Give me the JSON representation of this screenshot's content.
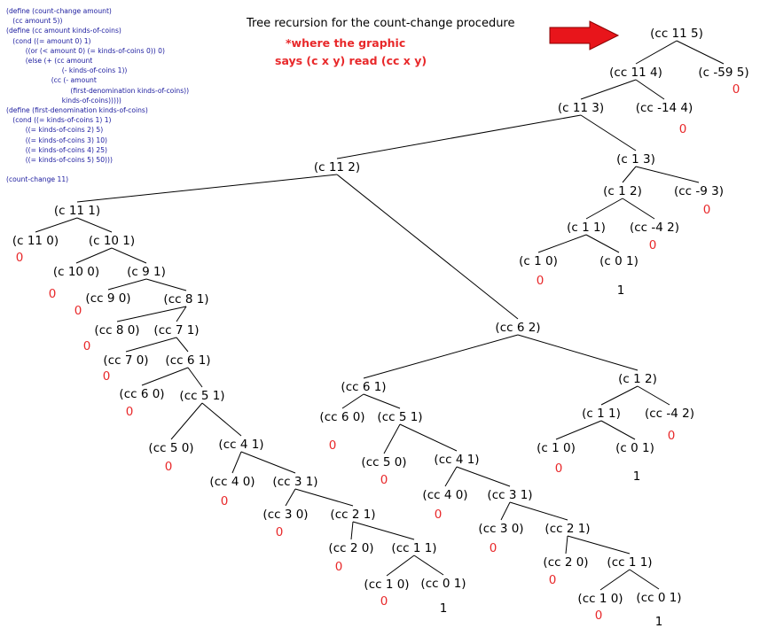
{
  "code_lines": [
    "(define (count-change amount)",
    "   (cc amount 5))",
    "(define (cc amount kinds-of-coins)",
    "   (cond ((= amount 0) 1)",
    "         ((or (< amount 0) (= kinds-of-coins 0)) 0)",
    "         (else (+ (cc amount",
    "                          (- kinds-of-coins 1))",
    "                     (cc (- amount",
    "                              (first-denomination kinds-of-coins))",
    "                          kinds-of-coins)))))",
    "(define (first-denomination kinds-of-coins)",
    "   (cond ((= kinds-of-coins 1) 1)",
    "         ((= kinds-of-coins 2) 5)",
    "         ((= kinds-of-coins 3) 10)",
    "         ((= kinds-of-coins 4) 25)",
    "         ((= kinds-of-coins 5) 50)))",
    "",
    "(count-change 11)"
  ],
  "title": "Tree recursion for the count-change procedure",
  "note_line1": "*where the graphic",
  "note_line2": "says (c x y) read (cc x y)",
  "colors": {
    "code": "#1a1a9e",
    "note": "#e8282a",
    "arrow_fill": "#e8151b",
    "arrow_stroke": "#8a0000",
    "result_zero": "#e8282a",
    "result_one": "#000000"
  },
  "nodes": [
    {
      "id": "n0",
      "label": "(cc 11 5)"
    },
    {
      "id": "n1",
      "label": "(cc 11 4)"
    },
    {
      "id": "n2",
      "label": "(c -59 5)",
      "result": "0"
    },
    {
      "id": "n3",
      "label": "(c 11 3)"
    },
    {
      "id": "n4",
      "label": "(cc -14 4)",
      "result": "0"
    },
    {
      "id": "n5",
      "label": "(c 11 2)"
    },
    {
      "id": "n6",
      "label": "(c 1 3)"
    },
    {
      "id": "n7",
      "label": "(c 1 2)"
    },
    {
      "id": "n8",
      "label": "(cc -9 3)",
      "result": "0"
    },
    {
      "id": "n9",
      "label": "(c 1 1)"
    },
    {
      "id": "n10",
      "label": "(cc -4 2)",
      "result": "0"
    },
    {
      "id": "n11",
      "label": "(c 1 0)",
      "result": "0"
    },
    {
      "id": "n12",
      "label": "(c 0 1)",
      "result": "1"
    },
    {
      "id": "n13",
      "label": "(c 11 1)"
    },
    {
      "id": "n14",
      "label": "(c 11 0)",
      "result": "0"
    },
    {
      "id": "n15",
      "label": "(c 10 1)"
    },
    {
      "id": "n16",
      "label": "(c 10 0)",
      "result": "0"
    },
    {
      "id": "n17",
      "label": "(c 9 1)"
    },
    {
      "id": "n18",
      "label": "(cc 9 0)",
      "result": "0"
    },
    {
      "id": "n19",
      "label": "(cc 8 1)"
    },
    {
      "id": "n20",
      "label": "(cc 8 0)",
      "result": "0"
    },
    {
      "id": "n21",
      "label": "(cc 7 1)"
    },
    {
      "id": "n22",
      "label": "(cc 7 0)",
      "result": "0"
    },
    {
      "id": "n23",
      "label": "(cc 6 1)"
    },
    {
      "id": "n24",
      "label": "(cc 6 0)",
      "result": "0"
    },
    {
      "id": "n25",
      "label": "(cc 5 1)"
    },
    {
      "id": "n26",
      "label": "(cc 5 0)",
      "result": "0"
    },
    {
      "id": "n27",
      "label": "(cc 4 1)"
    },
    {
      "id": "n28",
      "label": "(cc 4 0)",
      "result": "0"
    },
    {
      "id": "n29",
      "label": "(cc 3 1)"
    },
    {
      "id": "n30",
      "label": "(cc 3 0)",
      "result": "0"
    },
    {
      "id": "n31",
      "label": "(cc 2 1)"
    },
    {
      "id": "n32",
      "label": "(cc 2 0)",
      "result": "0"
    },
    {
      "id": "n33",
      "label": "(cc 1 1)"
    },
    {
      "id": "n34",
      "label": "(cc 1 0)",
      "result": "0"
    },
    {
      "id": "n35",
      "label": "(cc 0 1)",
      "result": "1"
    },
    {
      "id": "n36",
      "label": "(cc 6 2)"
    },
    {
      "id": "n37",
      "label": "(cc 6 1)"
    },
    {
      "id": "n38",
      "label": "(cc 6 0)",
      "result": "0"
    },
    {
      "id": "n39",
      "label": "(cc 5 1)"
    },
    {
      "id": "n40",
      "label": "(cc 5 0)",
      "result": "0"
    },
    {
      "id": "n41",
      "label": "(cc 4 1)"
    },
    {
      "id": "n42",
      "label": "(cc 4 0)",
      "result": "0"
    },
    {
      "id": "n43",
      "label": "(cc 3 1)"
    },
    {
      "id": "n44",
      "label": "(cc 3 0)",
      "result": "0"
    },
    {
      "id": "n45",
      "label": "(cc 2 1)"
    },
    {
      "id": "n46",
      "label": "(cc 2 0)",
      "result": "0"
    },
    {
      "id": "n47",
      "label": "(cc 1 1)"
    },
    {
      "id": "n48",
      "label": "(cc 1 0)",
      "result": "0"
    },
    {
      "id": "n49",
      "label": "(cc 0 1)",
      "result": "1"
    },
    {
      "id": "n50",
      "label": "(c 1 2)"
    },
    {
      "id": "n51",
      "label": "(c 1 1)"
    },
    {
      "id": "n52",
      "label": "(cc -4 2)",
      "result": "0"
    },
    {
      "id": "n53",
      "label": "(c 1 0)",
      "result": "0"
    },
    {
      "id": "n54",
      "label": "(c 0 1)",
      "result": "1"
    }
  ],
  "edges": [
    [
      "n0",
      "n1"
    ],
    [
      "n0",
      "n2"
    ],
    [
      "n1",
      "n3"
    ],
    [
      "n1",
      "n4"
    ],
    [
      "n3",
      "n5"
    ],
    [
      "n3",
      "n6"
    ],
    [
      "n6",
      "n7"
    ],
    [
      "n6",
      "n8"
    ],
    [
      "n7",
      "n9"
    ],
    [
      "n7",
      "n10"
    ],
    [
      "n9",
      "n11"
    ],
    [
      "n9",
      "n12"
    ],
    [
      "n5",
      "n13"
    ],
    [
      "n5",
      "n36"
    ],
    [
      "n13",
      "n14"
    ],
    [
      "n13",
      "n15"
    ],
    [
      "n15",
      "n16"
    ],
    [
      "n15",
      "n17"
    ],
    [
      "n17",
      "n18"
    ],
    [
      "n17",
      "n19"
    ],
    [
      "n19",
      "n20"
    ],
    [
      "n19",
      "n21"
    ],
    [
      "n21",
      "n22"
    ],
    [
      "n21",
      "n23"
    ],
    [
      "n23",
      "n24"
    ],
    [
      "n23",
      "n25"
    ],
    [
      "n25",
      "n26"
    ],
    [
      "n25",
      "n27"
    ],
    [
      "n27",
      "n28"
    ],
    [
      "n27",
      "n29"
    ],
    [
      "n29",
      "n30"
    ],
    [
      "n29",
      "n31"
    ],
    [
      "n31",
      "n32"
    ],
    [
      "n31",
      "n33"
    ],
    [
      "n33",
      "n34"
    ],
    [
      "n33",
      "n35"
    ],
    [
      "n36",
      "n37"
    ],
    [
      "n36",
      "n50"
    ],
    [
      "n37",
      "n38"
    ],
    [
      "n37",
      "n39"
    ],
    [
      "n39",
      "n40"
    ],
    [
      "n39",
      "n41"
    ],
    [
      "n41",
      "n42"
    ],
    [
      "n41",
      "n43"
    ],
    [
      "n43",
      "n44"
    ],
    [
      "n43",
      "n45"
    ],
    [
      "n45",
      "n46"
    ],
    [
      "n45",
      "n47"
    ],
    [
      "n47",
      "n48"
    ],
    [
      "n47",
      "n49"
    ],
    [
      "n50",
      "n51"
    ],
    [
      "n50",
      "n52"
    ],
    [
      "n51",
      "n53"
    ],
    [
      "n51",
      "n54"
    ]
  ]
}
